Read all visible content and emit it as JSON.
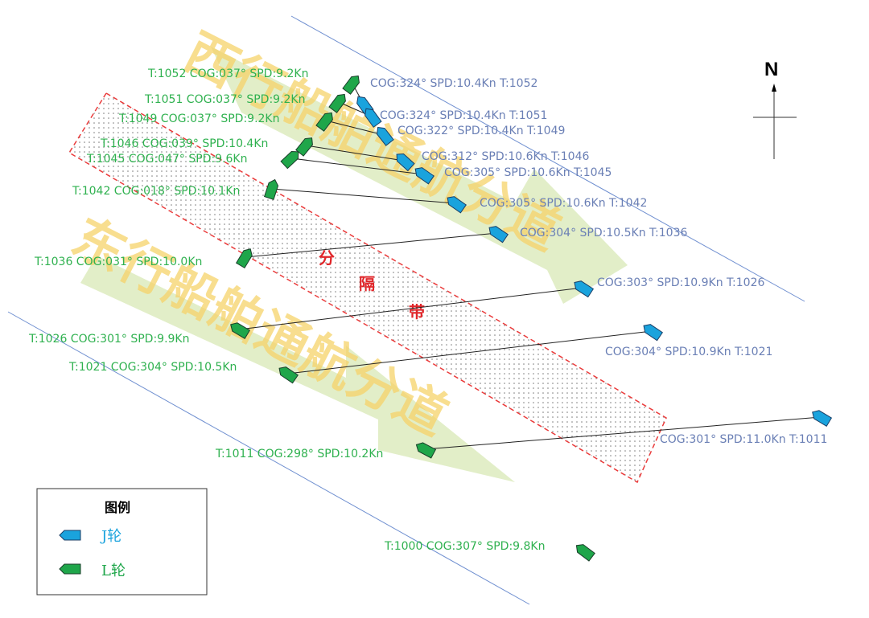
{
  "watermarks": {
    "west_lane": "西行船舶通航分道",
    "east_lane": "东行船舶通航分道"
  },
  "separation_zone": [
    "分",
    "隔",
    "带"
  ],
  "compass": {
    "label": "N"
  },
  "legend": {
    "title": "图例",
    "j_ship": "J轮",
    "l_ship": "L轮"
  },
  "colors": {
    "j_ship": "#1aa3dd",
    "l_ship": "#1fa64a",
    "j_text": "#6a7fb5",
    "l_text": "#2fb14f",
    "lane_line": "#6f8fd0",
    "zone_border": "#ea3b3b",
    "zone_label": "#e0262a",
    "watermark": "#f6d36a",
    "lane_arrow": "#dbeaba"
  },
  "l_labels": [
    "T:1052   COG:037°   SPD:9.2Kn",
    "T:1051   COG:037°   SPD:9.2Kn",
    "T:1049   COG:037°   SPD:9.2Kn",
    "T:1046   COG:039°   SPD:10.4Kn",
    "T:1045   COG:047°   SPD:9.6Kn",
    "T:1042   COG:018°   SPD:10.1Kn",
    "T:1036   COG:031°   SPD:10.0Kn",
    "T:1026   COG:301°   SPD:9.9Kn",
    "T:1021   COG:304°   SPD:10.5Kn",
    "T:1011   COG:298°   SPD:10.2Kn",
    "T:1000   COG:307°   SPD:9.8Kn"
  ],
  "j_labels": [
    "COG:324°   SPD:10.4Kn   T:1052",
    "COG:324°   SPD:10.4Kn   T:1051",
    "COG:322°   SPD:10.4Kn   T:1049",
    "COG:312°   SPD:10.6Kn   T:1046",
    "COG:305°   SPD:10.6Kn   T:1045",
    "COG:305°   SPD:10.6Kn   T:1042",
    "COG:304°   SPD:10.5Kn   T:1036",
    "COG:303°   SPD:10.9Kn   T:1026",
    "COG:304°   SPD:10.9Kn   T:1021",
    "COG:301°   SPD:11.0Kn   T:1011"
  ]
}
